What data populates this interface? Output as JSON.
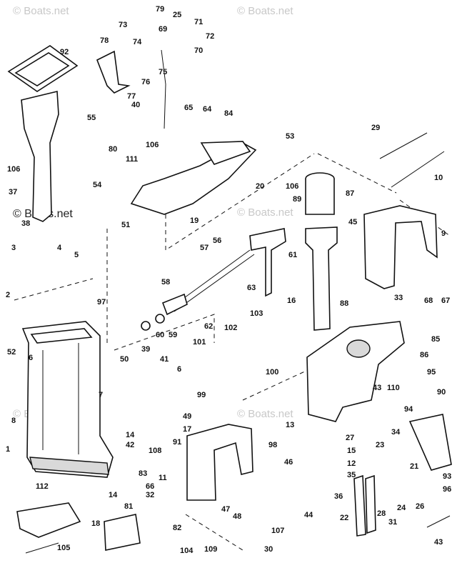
{
  "watermarks": {
    "top_left": "© Boats.net",
    "top_right": "© Boats.net",
    "mid_left": "© Boats.net",
    "mid_right": "© Boats.net",
    "bottom_left": "© Boats.net",
    "bottom_right": "© Boats.net"
  },
  "callouts": [
    "1",
    "2",
    "3",
    "4",
    "5",
    "6",
    "6",
    "7",
    "8",
    "9",
    "10",
    "11",
    "12",
    "13",
    "14",
    "14",
    "15",
    "16",
    "17",
    "18",
    "19",
    "20",
    "21",
    "22",
    "23",
    "24",
    "25",
    "26",
    "27",
    "28",
    "29",
    "30",
    "31",
    "32",
    "33",
    "34",
    "35",
    "36",
    "37",
    "38",
    "39",
    "40",
    "41",
    "42",
    "43",
    "43",
    "44",
    "45",
    "46",
    "47",
    "48",
    "49",
    "50",
    "51",
    "52",
    "53",
    "54",
    "55",
    "56",
    "57",
    "58",
    "59",
    "60",
    "61",
    "62",
    "63",
    "64",
    "65",
    "66",
    "67",
    "68",
    "69",
    "70",
    "71",
    "72",
    "73",
    "74",
    "75",
    "76",
    "77",
    "78",
    "79",
    "80",
    "81",
    "82",
    "83",
    "84",
    "85",
    "86",
    "87",
    "88",
    "89",
    "90",
    "91",
    "92",
    "93",
    "94",
    "95",
    "96",
    "97",
    "98",
    "99",
    "100",
    "101",
    "102",
    "103",
    "104",
    "105",
    "106",
    "106",
    "106",
    "107",
    "108",
    "109",
    "110",
    "111",
    "112"
  ]
}
